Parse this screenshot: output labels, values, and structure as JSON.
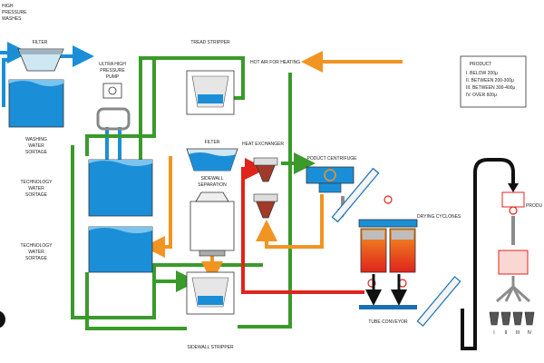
{
  "labels": {
    "top_left": [
      "HIGH",
      "PRESSURE",
      "WASHES"
    ],
    "filter_top": "FILTER",
    "washing_storage": [
      "WASHING",
      "WATER",
      "SORTAGE"
    ],
    "technology_storage_1": [
      "TECHNOLOGY",
      "WATER",
      "SORTAGE"
    ],
    "technology_storage_2": [
      "TECHNOLOGY",
      "WATER",
      "SORTAGE"
    ],
    "pump": [
      "ULTRA HIGH",
      "PRESSURE",
      "PUMP"
    ],
    "tread_stripper": "TREAD STRIPPER",
    "hot_air": "HOT AIR FOR HEATING",
    "filter_mid": "FILTER",
    "heat_exchanger": "HEAT EXCHANGER",
    "sidewall_separation": [
      "SIDEWALL",
      "SEPARATION"
    ],
    "product_centrifuge": "PODUCT CENTRIFUGE",
    "drying_cyclones": "DRYING CYCLONES",
    "tube_conveyor": "TUBE CONVEYOR",
    "sidewall_stripper": "SIDEWALL STRIPPER",
    "right_edge": "PRODU"
  },
  "product_legend": {
    "title": "PRODUCT",
    "items": [
      "I. BELOW 200μ",
      "II. BETWEEN 200-300μ",
      "III. BETWEEN 300-400μ",
      "IV. OVER 600μ"
    ]
  },
  "bins": [
    "I",
    "II",
    "III",
    "IV"
  ],
  "colors": {
    "water": "#1a8fd8",
    "water_light": "#7cc4ee",
    "green": "#3a9a2a",
    "orange": "#f29422",
    "red": "#e0241b",
    "black": "#111111",
    "gray": "#8c8c8c"
  }
}
